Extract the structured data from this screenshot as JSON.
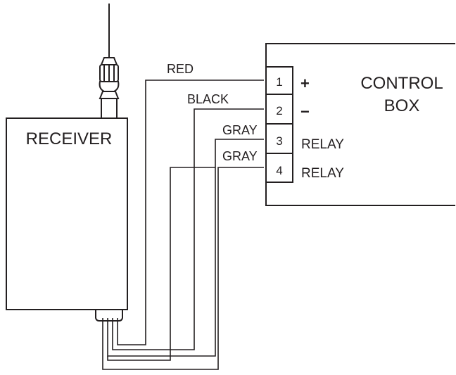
{
  "receiver": {
    "label": "RECEIVER"
  },
  "control_box": {
    "label_line1": "CONTROL",
    "label_line2": "BOX"
  },
  "terminals": [
    {
      "number": "1",
      "function": "+"
    },
    {
      "number": "2",
      "function": "−"
    },
    {
      "number": "3",
      "function": "RELAY"
    },
    {
      "number": "4",
      "function": "RELAY"
    }
  ],
  "wires": [
    {
      "color": "RED"
    },
    {
      "color": "BLACK"
    },
    {
      "color": "GRAY"
    },
    {
      "color": "GRAY"
    }
  ],
  "ink_color": "#231f20"
}
